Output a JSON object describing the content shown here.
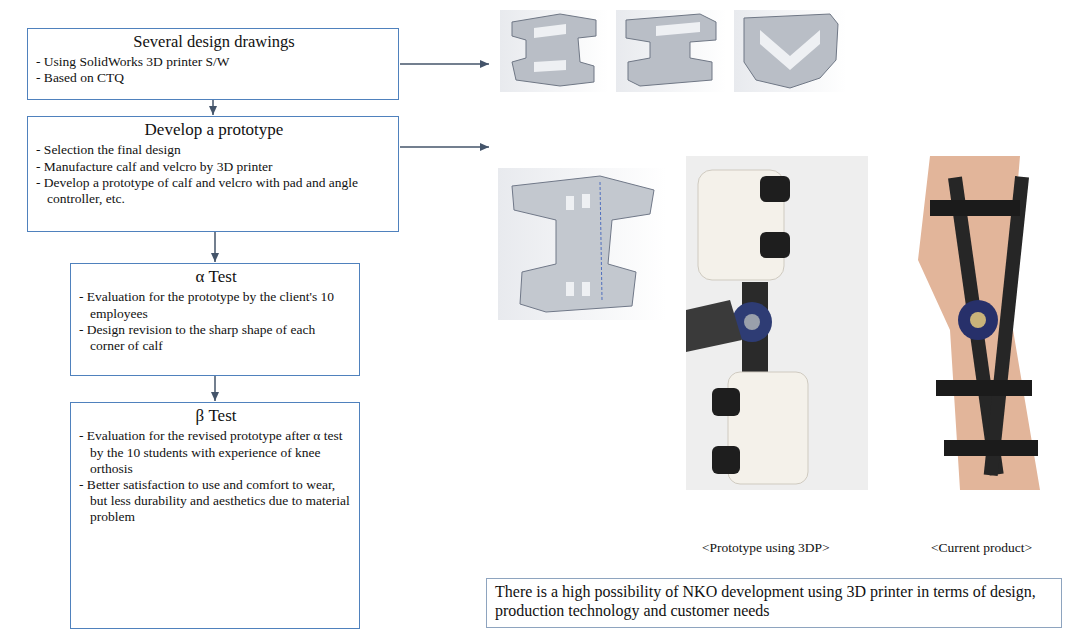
{
  "diagram": {
    "nodes": [
      {
        "text": [
          "Several design drawings",
          "- Using SolidWorks 3D printer S/W",
          "- Based on CTQ"
        ]
      },
      {
        "text": [
          "Develop a prototype",
          "- Selection the final design",
          "- Manufacture calf and velcro by 3D printer",
          "- Develop a prototype of calf and velcro with pad and angle controller, etc."
        ]
      },
      {
        "text": [
          "α Test",
          "- Evaluation for the prototype by the client's 10 employees",
          "- Design revision to the sharp shape of each corner of calf"
        ]
      },
      {
        "text": [
          "β Test",
          "- Evaluation for the revised prototype after α test by the 10 students with experience of knee orthosis",
          "- Better satisfaction to use and comfort to wear, but less durability and aesthetics due to material problem"
        ]
      },
      {
        "text": [
          "There is a high possibility of NKO development using 3D printer in terms of design, production technology and customer needs"
        ]
      }
    ],
    "edges": [
      {
        "from": 0,
        "to": 1,
        "arrow": "to"
      },
      {
        "from": 1,
        "to": 2,
        "arrow": "to"
      },
      {
        "from": 2,
        "to": 3,
        "arrow": "to"
      }
    ],
    "labels": [
      "<Prototype using 3DP>",
      "<Current product>"
    ]
  }
}
